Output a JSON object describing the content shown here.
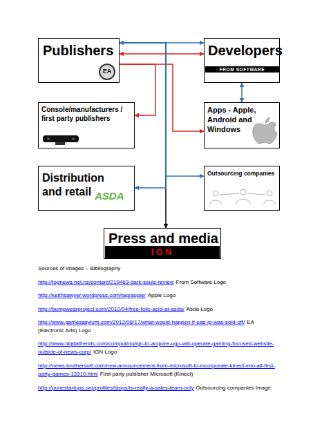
{
  "diagram": {
    "nodes": [
      {
        "text": [
          "Publishers"
        ]
      },
      {
        "text": [
          "Developers"
        ]
      },
      {
        "text": [
          "Console/manufacturers / first party publishers"
        ]
      },
      {
        "text": [
          "Apps - Apple, Android and Windows"
        ]
      },
      {
        "text": [
          "Distribution and retail"
        ]
      },
      {
        "text": [
          "Outsourcing companies"
        ]
      },
      {
        "text": [
          "Press and media"
        ]
      }
    ],
    "edges": [
      {
        "from": 0,
        "to": 6,
        "arrow": "to"
      },
      {
        "from": 0,
        "to": 1,
        "arrow": "both"
      },
      {
        "from": 0,
        "to": 1,
        "arrow": "both"
      },
      {
        "from": 1,
        "to": 3,
        "arrow": "both"
      },
      {
        "from": 0,
        "to": 2,
        "arrow": "to"
      },
      {
        "from": 0,
        "to": 3,
        "arrow": "to"
      },
      {
        "from": 0,
        "to": 4,
        "arrow": "to"
      },
      {
        "from": 0,
        "to": 5,
        "arrow": "to"
      }
    ],
    "labels": [
      "EA",
      "FROM SOFTWARE",
      "ASDA",
      "IGN",
      "Sources of images – Bibliography",
      "http://topnews.net.nz/content/219463-dark-souls-review",
      "From Software Logo",
      "http://keithsawyer.wordpress.com/tag/apple/",
      "Apple Logo",
      "http://bumpwearproject.com/2012/04/free-folic-acid-at-asda/",
      "Asda Logo",
      "http://www.gamesasylum.com/2012/08/17/what-would-happen-if-eas-ip-was-sold-off/",
      "EA (Electronic Arts) Logo",
      "http://www.digitaltrends.com/computing/ign-to-acquire-ugo-will-operate-gaming-focused-website-outside-of-news-corp/",
      "IGN Logo",
      "http://news.brothersoft.com/new-announcement-from-microsoft-to-incorporate-kinect-into-all-first-party-games-13310.html",
      "First party publisher Microsoft (Kinect)",
      "http://punestartups.org/profiles/blogs/is-really-a-sales-team-only",
      "Outsourcing companies Image"
    ]
  }
}
